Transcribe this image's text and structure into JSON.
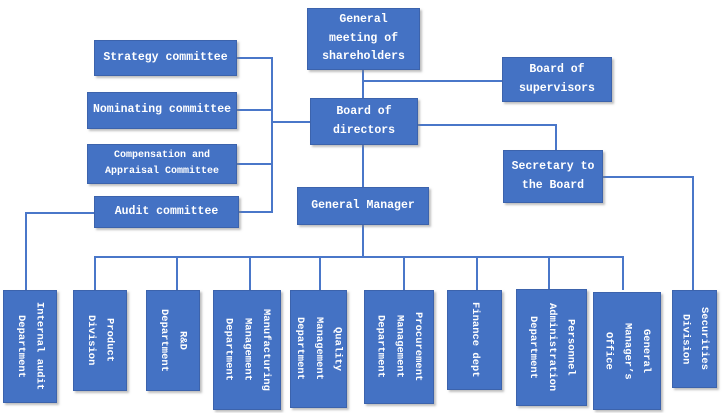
{
  "colors": {
    "box_fill": "#4472C4",
    "box_border": "#3c63ac",
    "connector_line": "#4a77c9",
    "text": "#ffffff",
    "background": "#ffffff"
  },
  "nodes": {
    "shareholders": {
      "label": "General\nmeeting of\nshareholders"
    },
    "board_supervisors": {
      "label": "Board of\nsupervisors"
    },
    "board_directors": {
      "label": "Board of\ndirectors"
    },
    "strategy": {
      "label": "Strategy committee"
    },
    "nominating": {
      "label": "Nominating committee"
    },
    "compensation": {
      "label": "Compensation and\nAppraisal Committee"
    },
    "audit": {
      "label": "Audit committee"
    },
    "secretary": {
      "label": "Secretary to\nthe Board"
    },
    "general_manager": {
      "label": "General Manager"
    },
    "internal_audit": {
      "label": "Internal audit\nDepartment"
    },
    "product": {
      "label": "Product\nDivision"
    },
    "rnd": {
      "label": "R&D\nDepartment"
    },
    "manufacturing": {
      "label": "Manufacturing\nManagement\nDepartment"
    },
    "quality": {
      "label": "Quality\nManagement\nDepartment"
    },
    "procurement": {
      "label": "Procurement\nManagement\nDepartment"
    },
    "finance": {
      "label": "Finance dept"
    },
    "personnel": {
      "label": "Personnel\nAdministration\nDepartment"
    },
    "gm_office": {
      "label": "General\nManager’s\nOffice"
    },
    "securities": {
      "label": "Securities\nDivision"
    }
  }
}
